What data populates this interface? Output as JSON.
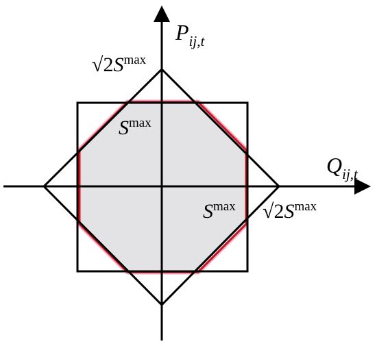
{
  "diagram": {
    "axes": {
      "vertical": {
        "symbol": "P",
        "subscript": "ij,t"
      },
      "horizontal": {
        "symbol": "Q",
        "subscript": "ij,t"
      }
    },
    "labels": {
      "sqrt_sign": "√2",
      "s_symbol": "S",
      "max_text": "max"
    },
    "colors": {
      "octagon_stroke": "#c8141e",
      "octagon_fill": "#e3e3e6",
      "octagon_glow": "#f0a8c0",
      "lines": "#000000"
    }
  }
}
